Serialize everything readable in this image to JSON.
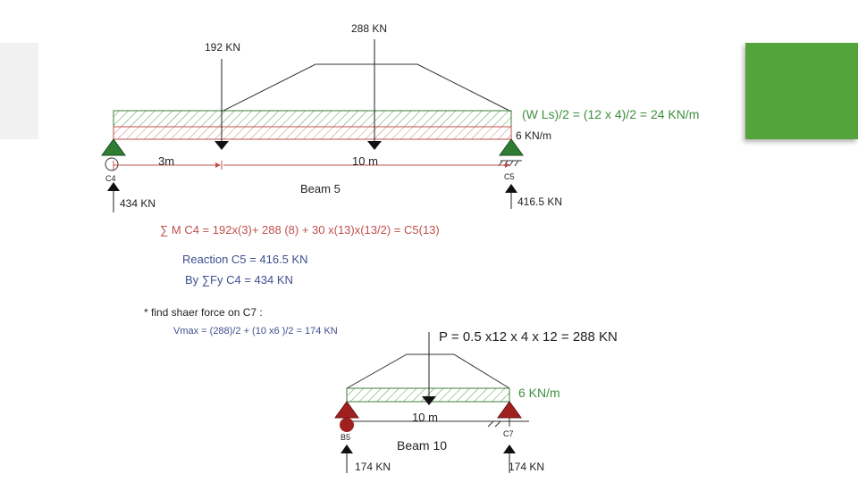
{
  "colors": {
    "accent_green": "#54a43c",
    "formula_red": "#c0504d",
    "text_blue": "#3f4f8f",
    "label_green": "#3e8e3e",
    "support_red": "#a02020",
    "support_green": "#2e7d32"
  },
  "beam5": {
    "load_192": "192 KN",
    "load_288": "288 KN",
    "triangle_note": "(W Ls)/2 = (12 x 4)/2  = 24 KN/m",
    "udl": "6 KN/m",
    "span_3": "3m",
    "span_10": "10 m",
    "support_left": "C4",
    "support_right": "C5",
    "beam_name": "Beam 5",
    "reaction_left": "434 KN",
    "reaction_right": "416.5 KN",
    "moment_eq": "∑ M  C4 = 192x(3)+ 288 (8)  + 30 x(13)x(13/2) = C5(13)",
    "reaction_c5": "Reaction C5 = 416.5 KN",
    "by_fy": "By ∑Fy  C4 = 434 KN"
  },
  "beam10": {
    "note": "* find shaer force on C7 :",
    "vmax": "Vmax = (288)/2 + (10 x6 )/2 = 174 KN",
    "p_eq": "P = 0.5 x12 x 4 x 12 = 288 KN",
    "udl": "6 KN/m",
    "span": "10 m",
    "support_left": "B5",
    "support_right": "C7",
    "beam_name": "Beam 10",
    "reaction_left": "174 KN",
    "reaction_right": "174 KN"
  }
}
